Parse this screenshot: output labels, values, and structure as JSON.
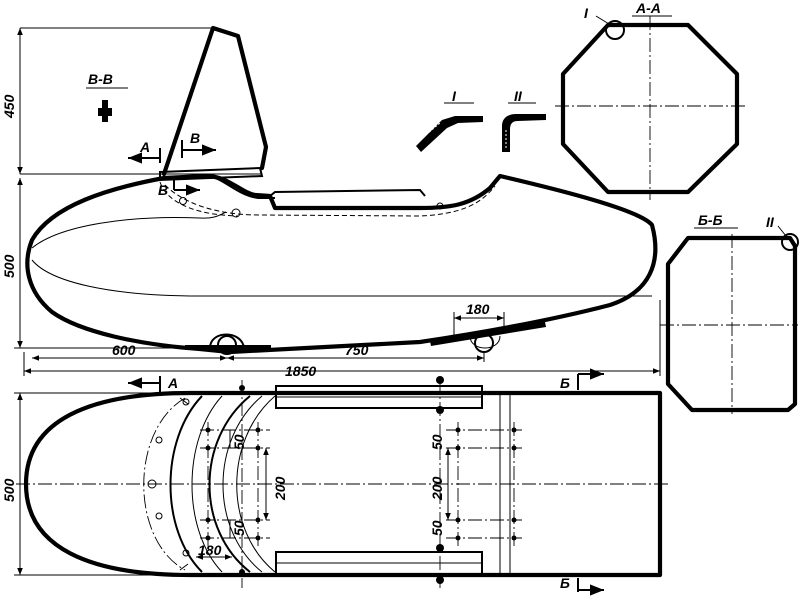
{
  "labels": {
    "section_vv": "В-В",
    "section_aa": "А-А",
    "section_bb": "Б-Б",
    "detail_1": "I",
    "detail_2": "II",
    "cut_a": "А",
    "cut_b": "Б",
    "cut_v": "В"
  },
  "dimensions": {
    "height_450": "450",
    "height_500_side": "500",
    "width_500_top": "500",
    "length_600": "600",
    "length_750": "750",
    "length_1850": "1850",
    "wheel_180": "180",
    "mount_180": "180",
    "bolt_50_a": "50",
    "bolt_50_b": "50",
    "bolt_200_front": "200",
    "bolt_50_c": "50",
    "bolt_50_d": "50",
    "bolt_200_rear": "200"
  }
}
